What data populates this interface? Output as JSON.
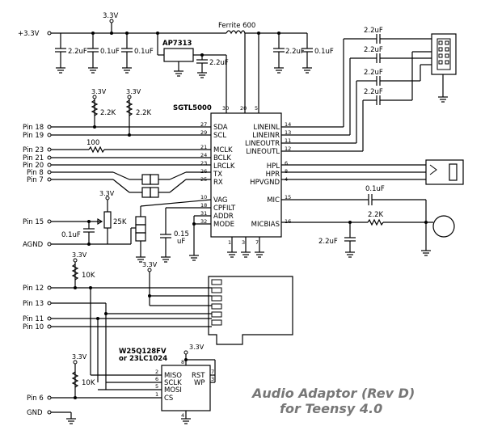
{
  "rails": {
    "plus_3v3": "+3.3V",
    "v3v3": "3.3V"
  },
  "parts": {
    "ferrite": "Ferrite 600",
    "regulator": "AP7313",
    "codec": "SGTL5000",
    "flash": "W25Q128FV",
    "flash_alt": "or 23LC1024",
    "res_100": "100",
    "res_2k2": "2.2K",
    "res_10k": "10K",
    "pot_25k": "25K",
    "cap_2u2": "2.2uF",
    "cap_0u1": "0.1uF",
    "cap_0u15_a": "0.15",
    "cap_0u15_b": "uF"
  },
  "header_pins": [
    "Pin 18",
    "Pin 19",
    "Pin 23",
    "Pin 21",
    "Pin 20",
    "Pin 8",
    "Pin 7",
    "Pin 15",
    "AGND",
    "Pin 12",
    "Pin 13",
    "Pin 11",
    "Pin 10",
    "Pin 6",
    "GND"
  ],
  "codec_pins": {
    "left": [
      "SDA",
      "SCL",
      "MCLK",
      "BCLK",
      "LRCLK",
      "TX",
      "RX",
      "VAG",
      "CPFILT",
      "ADDR",
      "MODE"
    ],
    "right": [
      "LINEINL",
      "LINEINR",
      "LINEOUTR",
      "LINEOUTL",
      "HPL",
      "HPR",
      "HPVGND",
      "MIC",
      "MICBIAS"
    ]
  },
  "pin_numbers": {
    "top": [
      "30",
      "20",
      "5"
    ],
    "bottom": [
      "1",
      "3",
      "7"
    ],
    "left": [
      "27",
      "29",
      "21",
      "24",
      "23",
      "26",
      "25",
      "10",
      "18",
      "31",
      "32"
    ],
    "right": [
      "14",
      "13",
      "11",
      "12",
      "6",
      "8",
      "4",
      "15",
      "16"
    ]
  },
  "flash_pins": {
    "left": [
      "MISO",
      "SCLK",
      "MOSI",
      "CS"
    ],
    "left_nums": [
      "2",
      "6",
      "5",
      "1"
    ],
    "right": [
      "RST",
      "WP"
    ],
    "right_nums": [
      "7",
      "3"
    ],
    "top_num": "8",
    "bottom_num": "4"
  },
  "title": {
    "line1": "Audio Adaptor (Rev D)",
    "line2": "for Teensy 4.0"
  }
}
